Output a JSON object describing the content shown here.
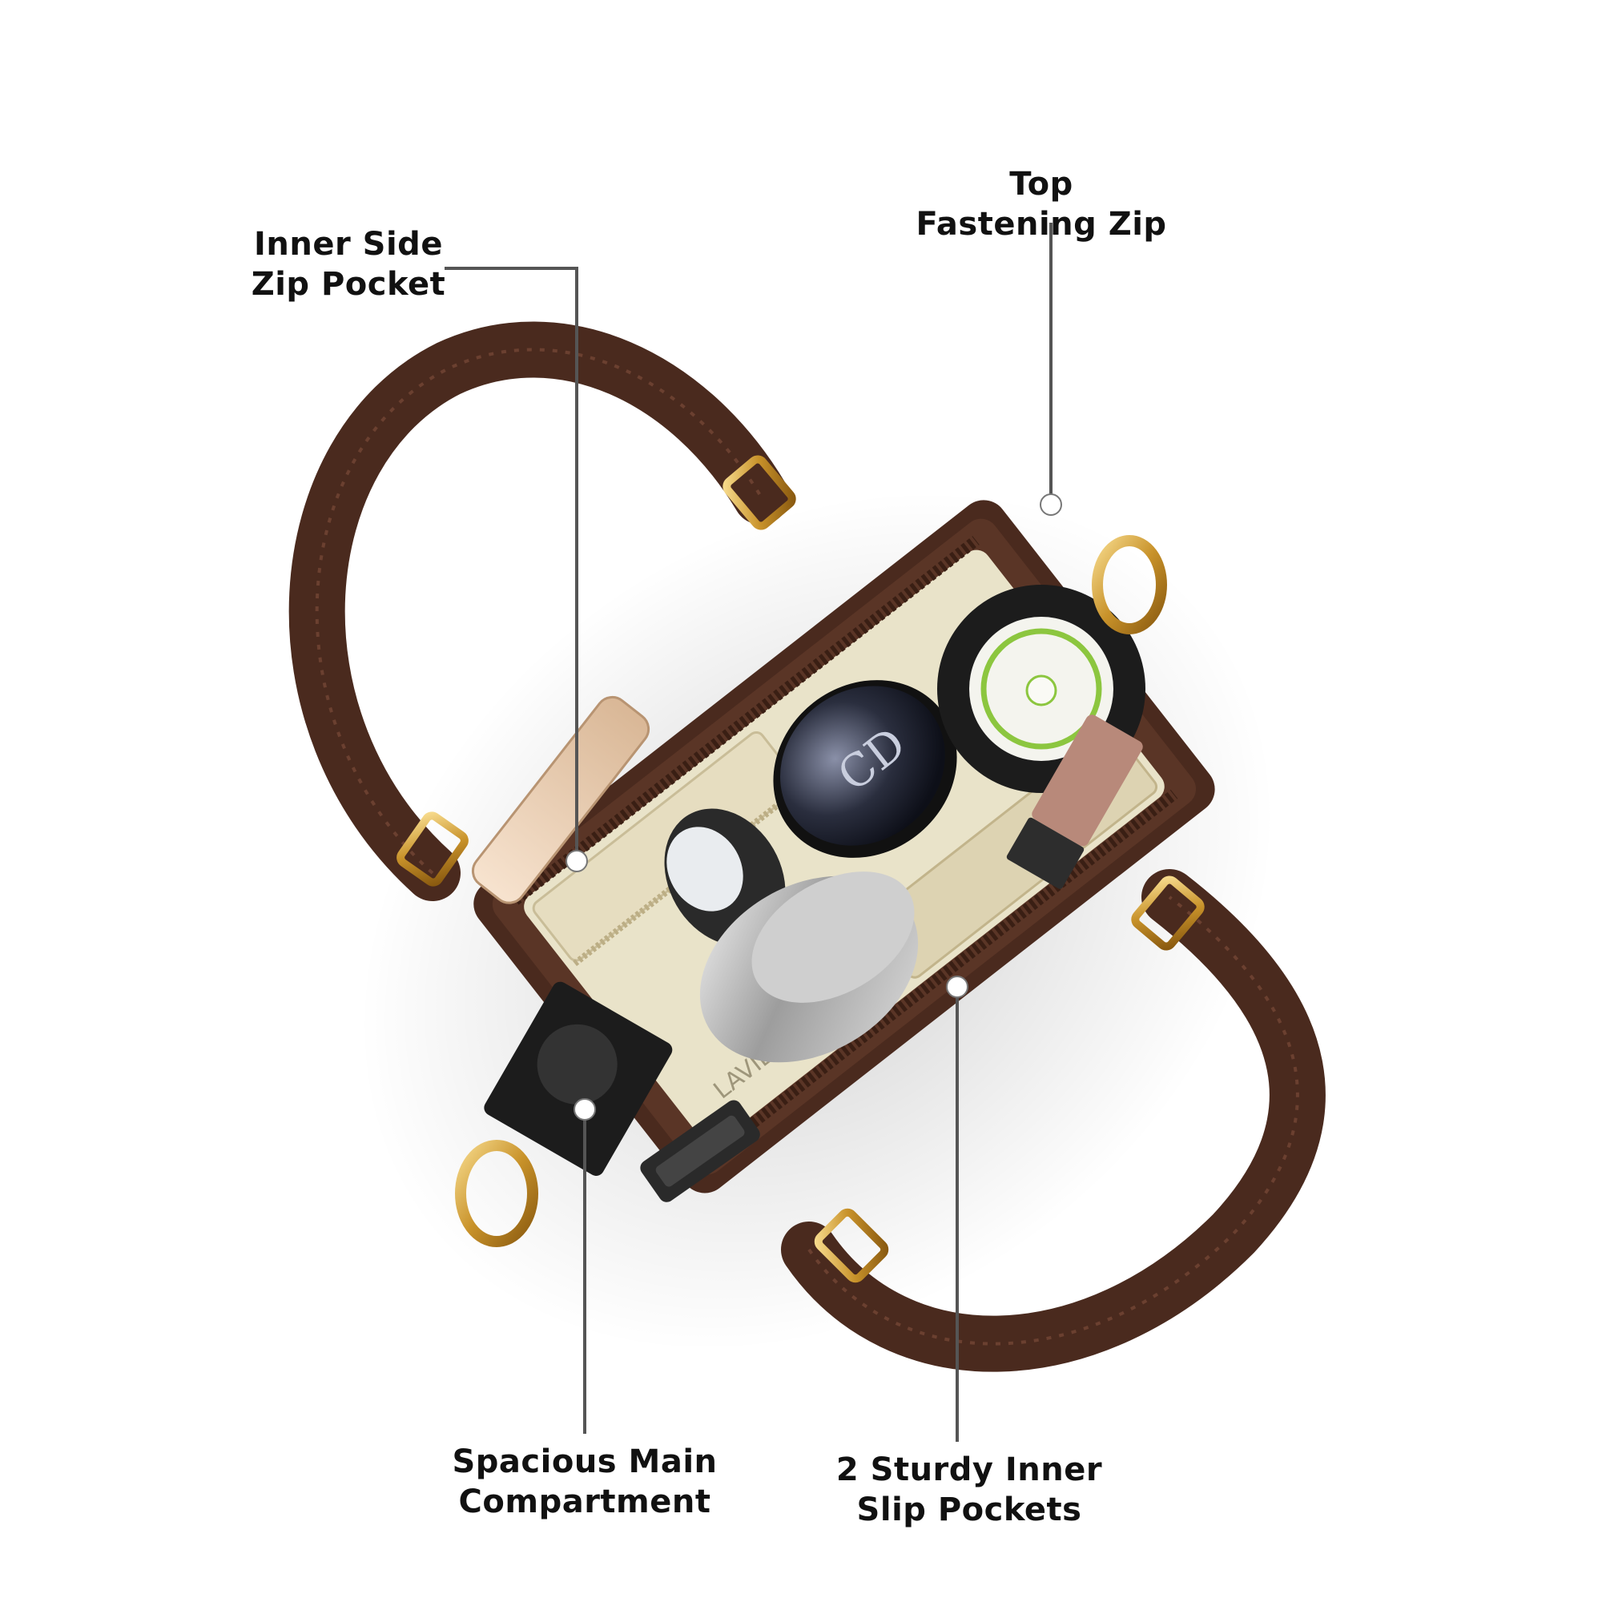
{
  "callouts": {
    "inner_side_zip_pocket": {
      "line1": "Inner Side",
      "line2": "Zip Pocket"
    },
    "top_fastening_zip": {
      "line1": "Top",
      "line2": "Fastening Zip"
    },
    "spacious_main_compartment": {
      "line1": "Spacious Main",
      "line2": "Compartment"
    },
    "inner_slip_pockets": {
      "line1": "2 Sturdy Inner",
      "line2": "Slip Pockets"
    }
  },
  "product": {
    "lining_print": "LAVIE",
    "compact_logo": "CD"
  },
  "colors": {
    "leather": "#4a2a1e",
    "lining": "#e9e3c9",
    "hardware": "#d4a53c",
    "callout_line": "#555555"
  }
}
